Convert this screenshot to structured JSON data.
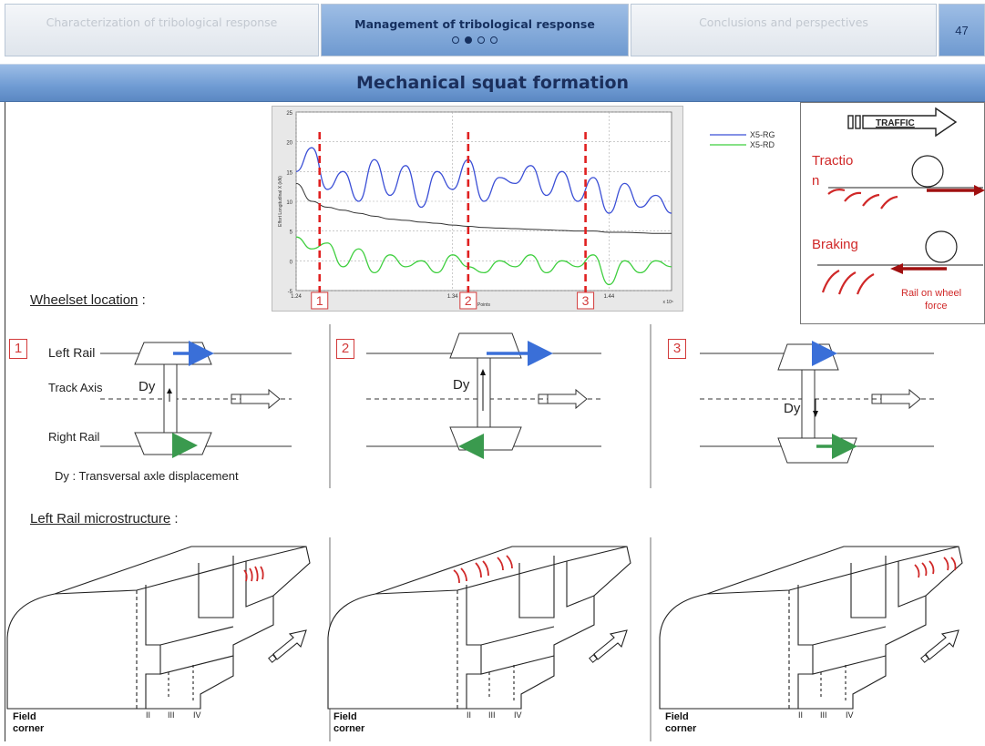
{
  "tabs": [
    {
      "label": "Characterization of tribological response"
    },
    {
      "label": "Management of tribological response"
    },
    {
      "label": "Conclusions and perspectives"
    }
  ],
  "page_number": "47",
  "title": "Mechanical squat formation",
  "chart_data": {
    "type": "line",
    "x": [
      1.24,
      1.25,
      1.26,
      1.27,
      1.28,
      1.29,
      1.3,
      1.31,
      1.32,
      1.33,
      1.34,
      1.35,
      1.36,
      1.37,
      1.38,
      1.39,
      1.4,
      1.41,
      1.42,
      1.43,
      1.44,
      1.45,
      1.46,
      1.47,
      1.48
    ],
    "series": [
      {
        "name": "X5-RG",
        "color": "#3b4fd6",
        "values": [
          15,
          19,
          12,
          15,
          10,
          17,
          11,
          16,
          9,
          15,
          12,
          17,
          10,
          14,
          13,
          16,
          11,
          15,
          10,
          14,
          8,
          13,
          9,
          11,
          8
        ]
      },
      {
        "name": "X5-RD",
        "color": "#3fcf3f",
        "values": [
          4,
          2,
          3,
          -1,
          2,
          -2,
          1,
          -1,
          0,
          -2,
          1,
          -1,
          -2,
          0,
          -1,
          1,
          -2,
          0,
          -1,
          1,
          -4,
          0,
          -2,
          0,
          -1
        ]
      },
      {
        "name": "",
        "color": "#333333",
        "values": [
          13,
          10,
          9,
          8.5,
          8,
          7.5,
          7,
          6.8,
          6.5,
          6.3,
          6,
          5.8,
          5.6,
          5.5,
          5.4,
          5.3,
          5.2,
          5.1,
          5,
          5,
          4.8,
          4.8,
          4.7,
          4.6,
          4.6
        ]
      }
    ],
    "ylim": [
      -5,
      25
    ],
    "xlim": [
      1.24,
      1.48
    ],
    "ylabel": "Effort Longitudinal X (kN)",
    "xlabel": "Points",
    "xticklabels": [
      "1.24",
      "1.34",
      "1.44"
    ],
    "yticklabels": [
      "-5",
      "0",
      "5",
      "10",
      "15",
      "20",
      "25"
    ],
    "x_multiplier": "x 10⁵",
    "markers": [
      {
        "label": "1",
        "x": 1.255
      },
      {
        "label": "2",
        "x": 1.35
      },
      {
        "label": "3",
        "x": 1.425
      }
    ],
    "grid": true,
    "legend_position": "right outside"
  },
  "traffic": {
    "label": "TRAFFIC",
    "traction": "Tractio n",
    "braking": "Braking",
    "force": "Rail on wheel force"
  },
  "wheelset": {
    "heading": "Wheelset location :",
    "left_rail": "Left Rail",
    "track_axis": "Track Axis",
    "right_rail": "Right Rail",
    "dy": "Dy",
    "legend": "Dy : Transversal axle displacement",
    "panels": [
      "1",
      "2",
      "3"
    ]
  },
  "microstructure": {
    "heading": "Left Rail microstructure :",
    "field_corner_1": "Field",
    "field_corner_2": "corner",
    "zones": [
      "II",
      "III",
      "IV"
    ]
  }
}
